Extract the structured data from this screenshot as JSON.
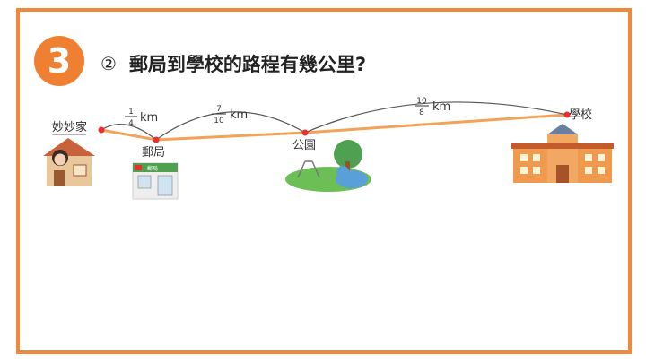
{
  "problem": {
    "number": "3",
    "marker": "②",
    "question": "郵局到學校的路程有幾公里?"
  },
  "places": {
    "home": "妙妙家",
    "post_office": "郵局",
    "park": "公園",
    "school": "學校",
    "post_office_sign": "郵局"
  },
  "segments": [
    {
      "numerator": "1",
      "denominator": "4",
      "unit": "km"
    },
    {
      "numerator": "7",
      "denominator": "10",
      "unit": "km"
    },
    {
      "numerator": "10",
      "denominator": "8",
      "unit": "km"
    }
  ],
  "colors": {
    "frame": "#f08a3a",
    "badge": "#ef7f31",
    "route": "#f3a25a",
    "point": "#e8302d"
  }
}
